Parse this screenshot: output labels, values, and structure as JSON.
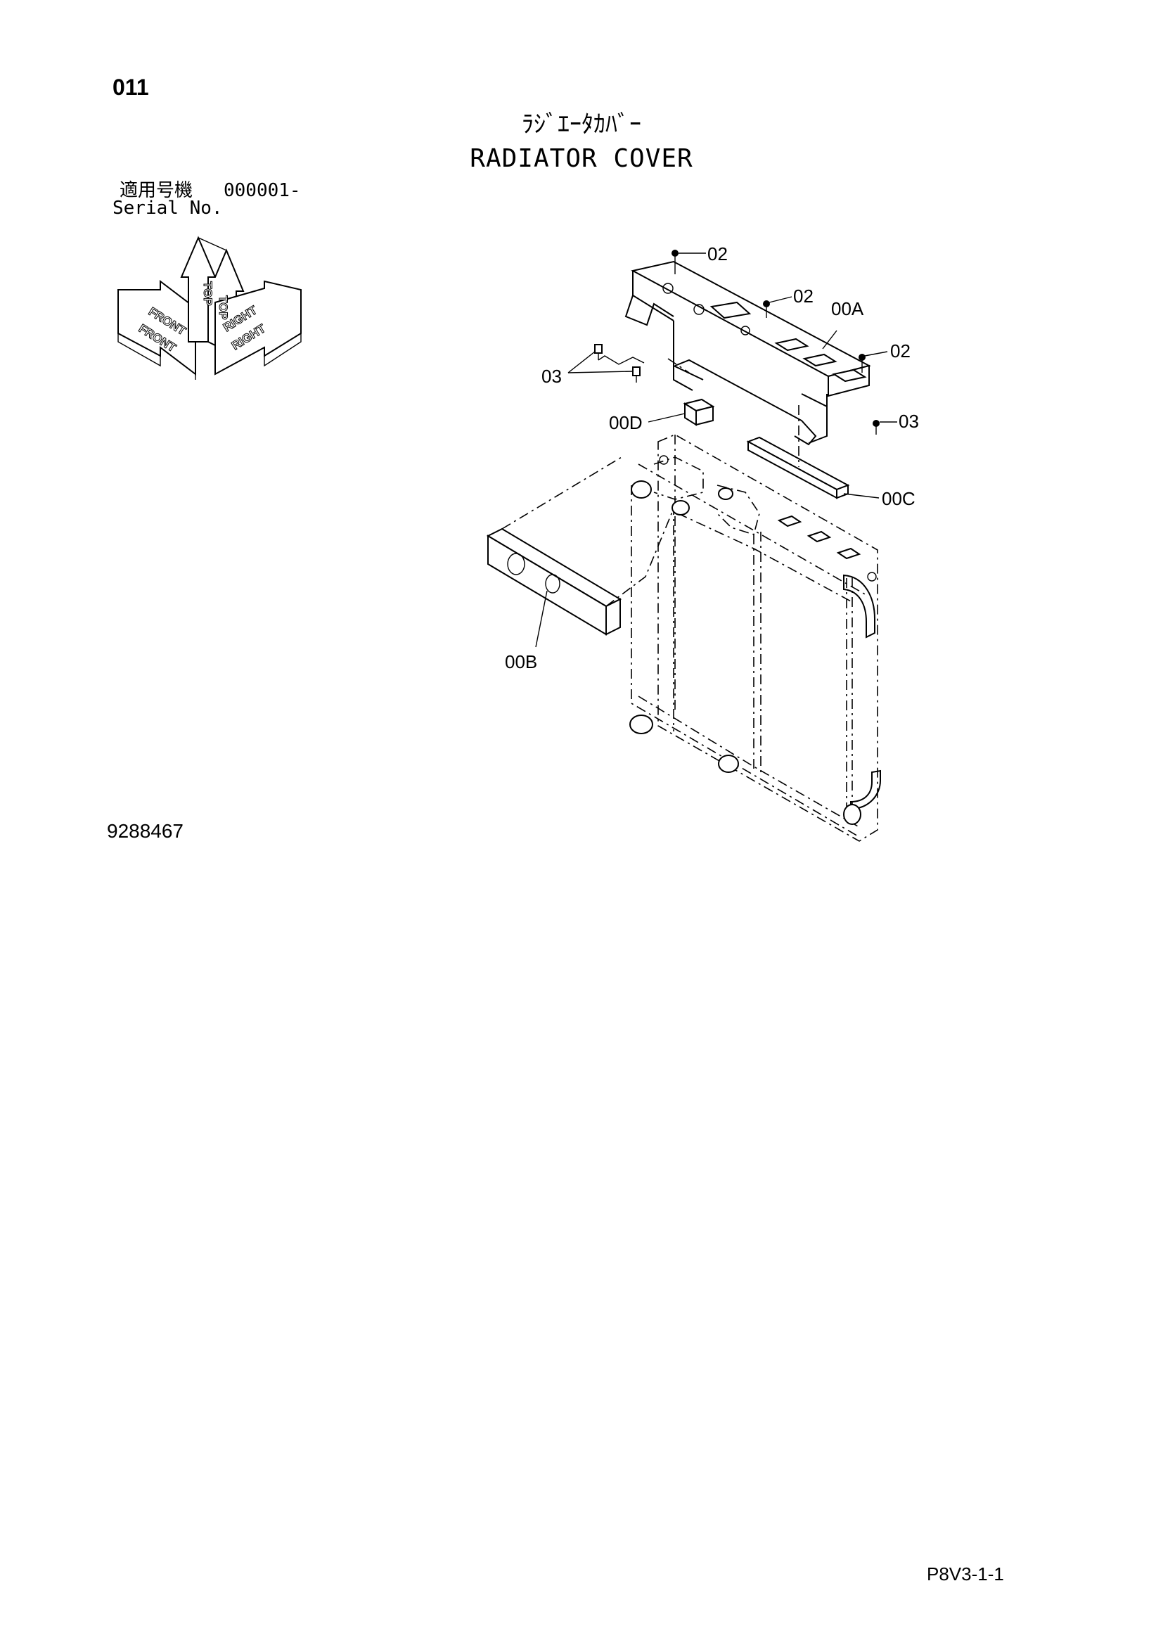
{
  "header": {
    "page_number": "011",
    "title_jp": "ﾗｼﾞｴｰﾀｶﾊﾞｰ",
    "title_en": "RADIATOR COVER"
  },
  "serial": {
    "label_jp": "適用号機",
    "range": "000001-",
    "label_en": "Serial No."
  },
  "orientation": {
    "front": "FRONT",
    "top": "TOP",
    "right": "RIGHT"
  },
  "callouts": {
    "c02a": "02",
    "c02b": "02",
    "c02c": "02",
    "c00a": "00A",
    "c03a": "03",
    "c03b": "03",
    "c00d": "00D",
    "c00c": "00C",
    "c00b": "00B"
  },
  "footer": {
    "drawing_number": "9288467",
    "page_code": "P8V3-1-1"
  }
}
